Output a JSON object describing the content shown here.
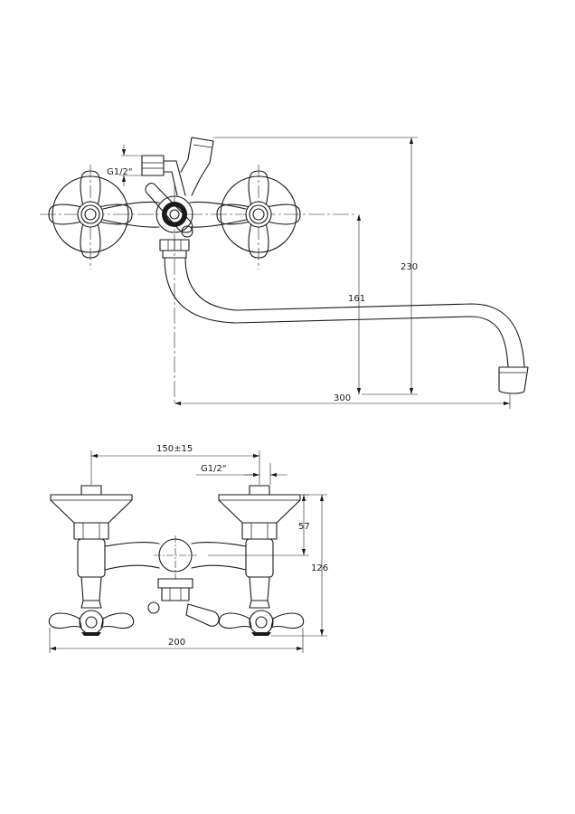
{
  "top_view": {
    "thread_label": "G1/2\"",
    "dim_total_height": "230",
    "dim_spout_height": "161",
    "dim_spout_length": "300"
  },
  "front_view": {
    "dim_center_distance": "150±15",
    "thread_label": "G1/2\"",
    "dim_body_height": "57",
    "dim_total_height": "126",
    "dim_total_width": "200"
  }
}
